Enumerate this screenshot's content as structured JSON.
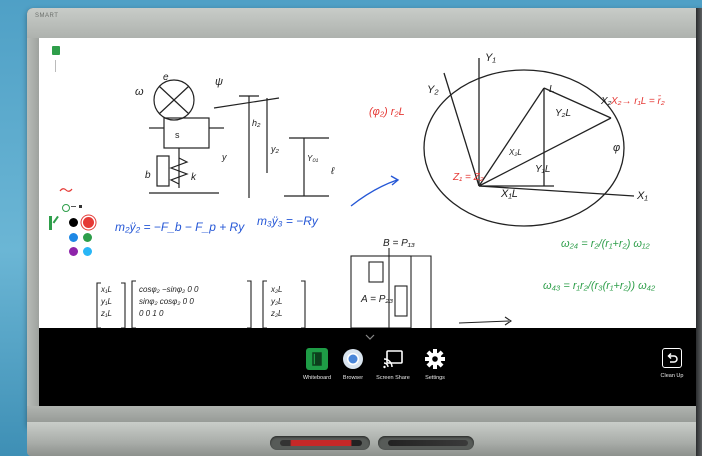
{
  "device": {
    "brand": "SMART"
  },
  "whiteboard": {
    "handwriting": {
      "eq_left": "m₂ÿ₂ = −F_b − F_p + Ry",
      "eq_mid": "m₃ÿ₃ = −Ry",
      "axis_y1": "Y₁",
      "axis_y2": "Y₂",
      "axis_x1": "X₁",
      "axis_x2": "X₂",
      "label_x1l": "X₁L",
      "label_y1l": "Y₁L",
      "label_y2l": "Y₂L",
      "label_x2l": "X₂L",
      "label_l": "L",
      "label_z1": "Z₁ = Z₂",
      "red_phi": "(φ₂) r₂L",
      "red_right": "X₂→ r₁L = r̄₂",
      "phi": "φ",
      "b_eq": "B = P₁₃",
      "a_eq": "A = P₂₃",
      "green_w24": "ω₂₄ = r₂/(r₁+r₂) ω₁₂",
      "green_w43": "ω₄₃ = r₁r₂/(r₃(r₁+r₂)) ω₄₂",
      "mech_b": "b",
      "mech_k": "k",
      "mech_s": "s",
      "mech_y": "y",
      "mech_h2": "h₂",
      "mech_y2": "y₂",
      "mech_yo1": "Y₀₁",
      "mech_l": "ℓ",
      "mech_psi": "ψ",
      "mech_e": "e",
      "mech_omega": "ω",
      "mat_l1": "x₁L",
      "mat_l2": "y₁L",
      "mat_l3": "z₁L",
      "mat_r1": "cosφ₂  −sinφ₂  0  0",
      "mat_r2": "sinφ₂  cosφ₂  0  0",
      "mat_r3": "0  0  1  0",
      "mat_v1": "x₂L",
      "mat_v2": "y₂L",
      "mat_v3": "z₂L"
    }
  },
  "toolbar": {
    "colors": [
      "#000000",
      "#e53935",
      "#1e88e5",
      "#2e9e4a",
      "#8e24aa",
      "#29b6f6"
    ]
  },
  "dock": {
    "items": [
      {
        "label": "Whiteboard",
        "icon": "whiteboard-icon"
      },
      {
        "label": "Browser",
        "icon": "chrome-icon"
      },
      {
        "label": "Screen Share",
        "icon": "screen-share-icon"
      },
      {
        "label": "Settings",
        "icon": "gear-icon"
      }
    ],
    "clean_up_label": "Clean Up"
  }
}
